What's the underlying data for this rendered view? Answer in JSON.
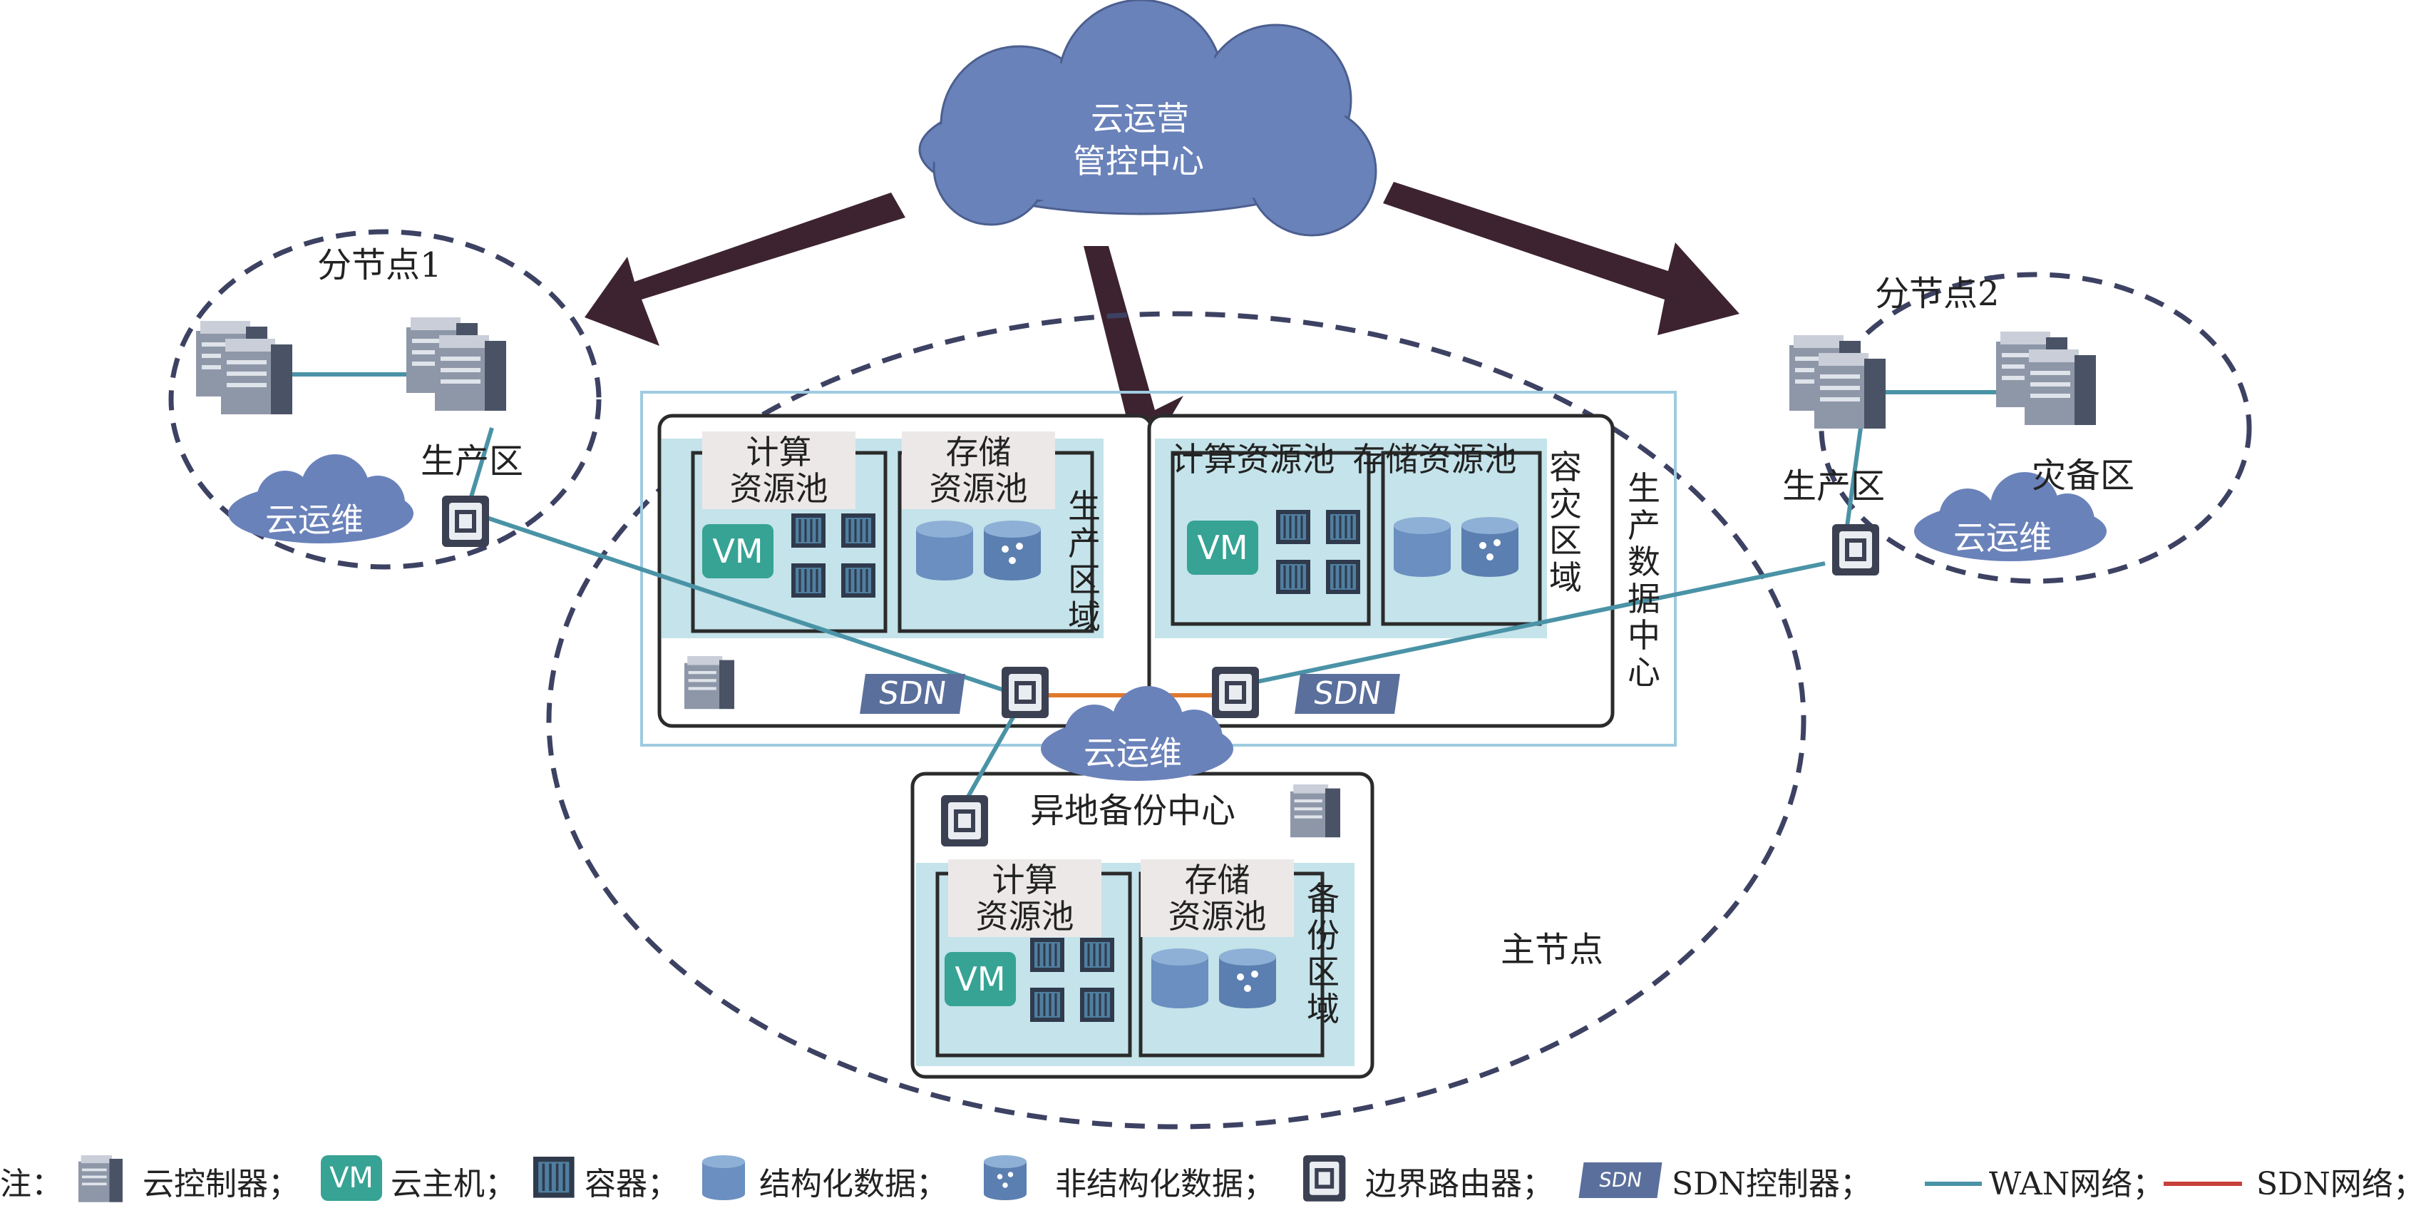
{
  "cloud_top": {
    "line1": "云运营",
    "line2": "管控中心"
  },
  "branch1": {
    "title": "分节点1",
    "production": "生产区",
    "cloud_ops": "云运维"
  },
  "branch2": {
    "title": "分节点2",
    "production": "生产区",
    "disaster": "灾备区",
    "cloud_ops": "云运维"
  },
  "main_node": {
    "label": "主节点"
  },
  "prod_dc": {
    "label": "生产数据中心",
    "prod_zone": {
      "compute": "计算\n资源池",
      "storage": "存储\n资源池",
      "zone_label": "生产区域"
    },
    "dr_zone": {
      "compute": "计算资源池",
      "storage": "存储资源池",
      "zone_label": "容灾区域"
    },
    "sdn_left": "SDN",
    "sdn_right": "SDN",
    "cloud_ops": "云运维"
  },
  "backup_dc": {
    "title": "异地备份中心",
    "compute": "计算\n资源池",
    "storage": "存储\n资源池",
    "zone_label": "备份区域"
  },
  "vm_label": "VM",
  "legend": {
    "prefix": "注：",
    "items": [
      {
        "icon": "cloud-controller-icon",
        "text": "云控制器；"
      },
      {
        "icon": "vm-icon",
        "badge": "VM",
        "text": "云主机；"
      },
      {
        "icon": "container-icon",
        "text": "容器；"
      },
      {
        "icon": "structured-data-icon",
        "text": "结构化数据；"
      },
      {
        "icon": "unstructured-data-icon",
        "text": "非结构化数据；"
      },
      {
        "icon": "border-router-icon",
        "text": "边界路由器；"
      },
      {
        "icon": "sdn-controller-icon",
        "badge": "SDN",
        "text": "SDN控制器；"
      },
      {
        "icon": "wan-line-icon",
        "text": "WAN网络；"
      },
      {
        "icon": "sdn-line-icon",
        "text": "SDN网络；"
      }
    ]
  },
  "colors": {
    "cloud": "#6680b8",
    "arrow": "#3d2330",
    "wan": "#4a93a6",
    "sdn_line": "#e07a2c",
    "pool_bg": "#c4e3ea",
    "vm": "#36a394",
    "dash": "#3d4263"
  }
}
